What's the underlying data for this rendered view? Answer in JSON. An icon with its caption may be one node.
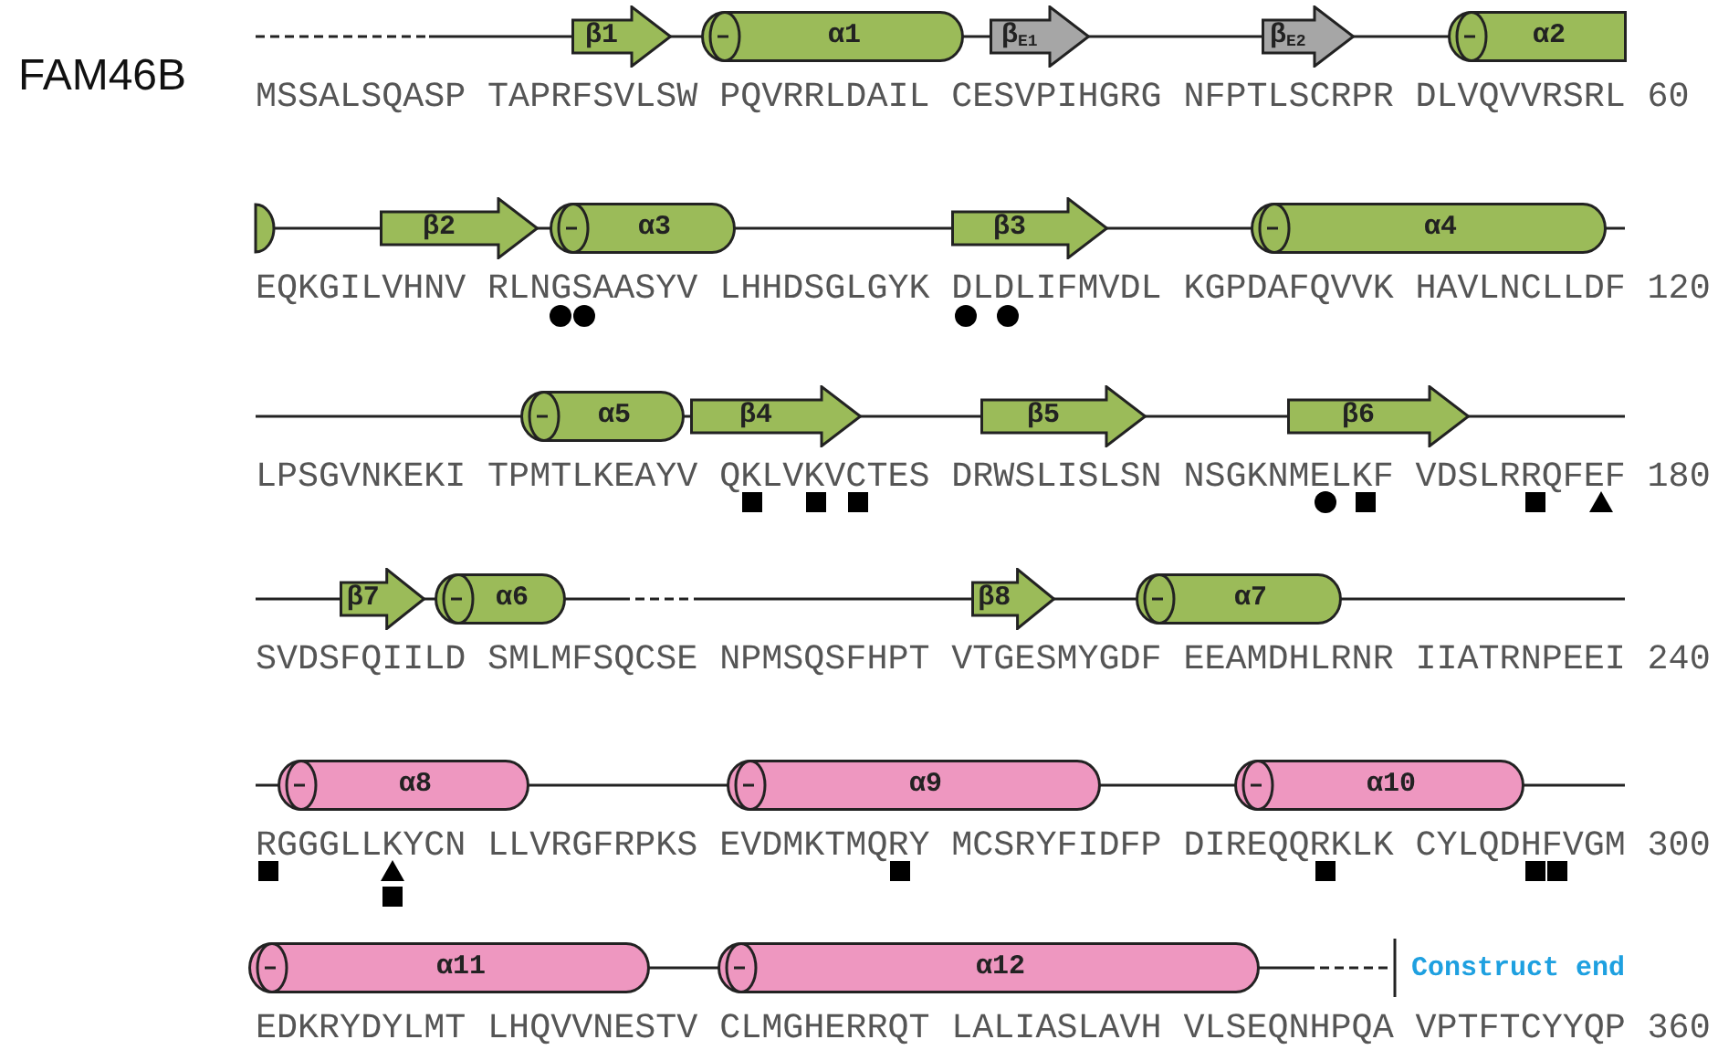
{
  "diagram": {
    "nodes": [
      {
        "text": [
          "β1"
        ]
      },
      {
        "text": [
          "α1"
        ]
      },
      {
        "text": [
          "β$_{E1}$"
        ]
      },
      {
        "text": [
          "β$_{E2}$"
        ]
      },
      {
        "text": [
          "α2"
        ]
      },
      {
        "text": [
          "β2"
        ]
      },
      {
        "text": [
          "α3"
        ]
      },
      {
        "text": [
          "β3"
        ]
      },
      {
        "text": [
          "α4"
        ]
      },
      {
        "text": [
          "α5"
        ]
      },
      {
        "text": [
          "β4"
        ]
      },
      {
        "text": [
          "β5"
        ]
      },
      {
        "text": [
          "β6"
        ]
      },
      {
        "text": [
          "β7"
        ]
      },
      {
        "text": [
          "α6"
        ]
      },
      {
        "text": [
          "β8"
        ]
      },
      {
        "text": [
          "α7"
        ]
      },
      {
        "text": [
          "α8"
        ]
      },
      {
        "text": [
          "α9"
        ]
      },
      {
        "text": [
          "α10"
        ]
      },
      {
        "text": [
          "α11"
        ]
      },
      {
        "text": [
          "α12"
        ]
      }
    ],
    "labels": [
      "FAM46B",
      "MSSALSQASP",
      "TAPRFSVLSW",
      "PQVRRLDAIL",
      "CESVPIHGRG",
      "NFPTLSCRPR",
      "DLVQVVRSRL",
      "60",
      "EQKGILVHNV",
      "RLNGSAASYV",
      "LHHDSGLGYK",
      "DLDLIFMVDL",
      "KGPDAFQVVK",
      "HAVLNCLLDF",
      "120",
      "LPSGVNKEKI",
      "TPMTLKEAYV",
      "QKLVKVCTES",
      "DRWSLISLSN",
      "NSGKNMELKF",
      "VDSLRRQFEF",
      "180",
      "SVDSFQIILD",
      "SMLMFSQCSE",
      "NPMSQSFHPT",
      "VTGESMYGDF",
      "EEAMDHLRNR",
      "IIATRNPEEI",
      "240",
      "RGGGLLKYCN",
      "LLVRGFRPKS",
      "EVDMKTMQRY",
      "MCSRYFIDFP",
      "DIREQQRKLK",
      "CYLQDHFVGM",
      "300",
      "Construct end",
      "EDKRYDYLMT",
      "LHQVVNESTV",
      "CLMGHERRQT",
      "LALIASLAVH",
      "VLSEQNHPQA",
      "VPTFTCYYQP",
      "360"
    ]
  }
}
